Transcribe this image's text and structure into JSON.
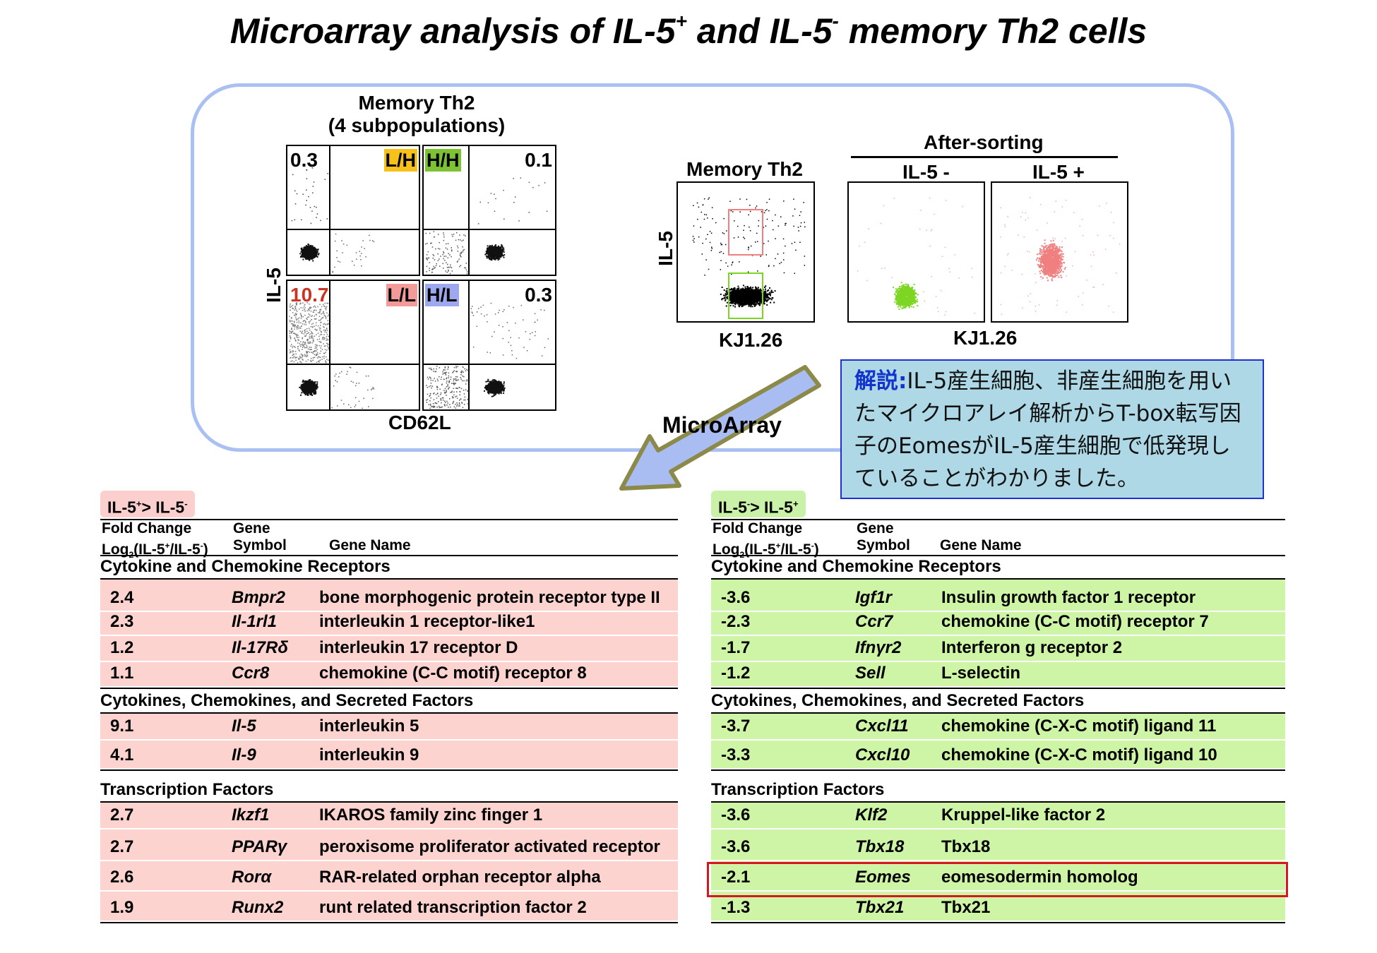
{
  "title": {
    "pre": "Microarray analysis of IL-5",
    "sup1": "+",
    "mid": " and IL-5",
    "sup2": "-",
    "post": " memory Th2 cells"
  },
  "facs_left": {
    "title_line1": "Memory Th2",
    "title_line2": "(4 subpopulations)",
    "ylabel": "IL-5",
    "xlabel": "CD62L",
    "quadrants": [
      {
        "num": "0.3",
        "gate": "L/H",
        "gate_color": "#f6c21a"
      },
      {
        "num": "0.1",
        "gate": "H/H",
        "gate_color": "#7cc232"
      },
      {
        "num": "10.7",
        "gate": "L/L",
        "gate_color": "#f29b98",
        "num_color": "#cc3322"
      },
      {
        "num": "0.3",
        "gate": "H/L",
        "gate_color": "#9da8ef"
      }
    ]
  },
  "facs_right": {
    "memory_title": "Memory Th2",
    "ylabel": "IL-5",
    "xlabel": "KJ1.26",
    "after_title": "After-sorting",
    "neg_label": "IL-5 -",
    "pos_label": "IL-5 +",
    "after_xlabel": "KJ1.26",
    "neg_color": "#7cd622",
    "pos_color": "#f08080"
  },
  "microarray_label": "MicroArray",
  "note": {
    "prefix": "解説:",
    "text": "IL-5産生細胞、非産生細胞を用いたマイクロアレイ解析からT-box転写因子のEomesがIL-5産生細胞で低発現していることがわかりました。"
  },
  "headers": {
    "fold_line1": "Fold Change",
    "fold_line2_a": "Log",
    "fold_line2_sub": "2",
    "fold_line2_b": "(IL-5",
    "fold_line2_sup1": "+",
    "fold_line2_c": "/IL-5",
    "fold_line2_sup2": "-",
    "fold_line2_d": ")",
    "gene_line1": "Gene",
    "gene_line2": "Symbol",
    "gene_name": "Gene Name"
  },
  "tables": [
    {
      "tag_a": "IL-5",
      "tag_sup1": "+",
      "tag_b": "> IL-5",
      "tag_sup2": "-",
      "tag_color": "#fbcfcd",
      "band_color": "#fcd3cf",
      "sections": [
        {
          "title": "Cytokine and Chemokine Receptors",
          "rows": [
            {
              "fc": "2.4",
              "sym": "Bmpr2",
              "name": "bone morphogenic protein receptor type II"
            },
            {
              "fc": "2.3",
              "sym": "Il-1rl1",
              "name": "interleukin 1 receptor-like1"
            },
            {
              "fc": "1.2",
              "sym": "Il-17Rδ",
              "name": "interleukin 17  receptor D"
            },
            {
              "fc": "1.1",
              "sym": "Ccr8",
              "name": "chemokine (C-C motif) receptor 8"
            }
          ]
        },
        {
          "title": "Cytokines, Chemokines, and Secreted Factors",
          "rows": [
            {
              "fc": "9.1",
              "sym": "Il-5",
              "name": "interleukin 5"
            },
            {
              "fc": "4.1",
              "sym": "Il-9",
              "name": "interleukin 9"
            }
          ]
        },
        {
          "title": "Transcription Factors",
          "rows": [
            {
              "fc": "2.7",
              "sym": "Ikzf1",
              "name": "IKAROS family zinc finger 1"
            },
            {
              "fc": "2.7",
              "sym": "PPARγ",
              "name": "peroxisome proliferator activated receptor"
            },
            {
              "fc": "2.6",
              "sym": "Rorα",
              "name": "RAR-related orphan receptor alpha"
            },
            {
              "fc": "1.9",
              "sym": "Runx2",
              "name": "runt related transcription factor 2"
            }
          ]
        }
      ]
    },
    {
      "tag_a": "IL-5",
      "tag_sup1": "-",
      "tag_b": "> IL-5",
      "tag_sup2": "+",
      "tag_color": "#c9f2a8",
      "band_color": "#cef5a6",
      "sections": [
        {
          "title": "Cytokine and Chemokine Receptors",
          "rows": [
            {
              "fc": "-3.6",
              "sym": "Igf1r",
              "name": "Insulin growth factor 1 receptor"
            },
            {
              "fc": "-2.3",
              "sym": "Ccr7",
              "name": "chemokine (C-C motif) receptor 7"
            },
            {
              "fc": "-1.7",
              "sym": "Ifnγr2",
              "name": "Interferon g receptor 2"
            },
            {
              "fc": "-1.2",
              "sym": "Sell",
              "name": "L-selectin"
            }
          ]
        },
        {
          "title": "Cytokines, Chemokines, and Secreted Factors",
          "rows": [
            {
              "fc": "-3.7",
              "sym": "Cxcl11",
              "name": "chemokine (C-X-C motif) ligand 11"
            },
            {
              "fc": "-3.3",
              "sym": "Cxcl10",
              "name": "chemokine (C-X-C motif) ligand 10"
            }
          ]
        },
        {
          "title": "Transcription Factors",
          "rows": [
            {
              "fc": "-3.6",
              "sym": "Klf2",
              "name": "Kruppel-like factor 2"
            },
            {
              "fc": "-3.6",
              "sym": "Tbx18",
              "name": "Tbx18"
            },
            {
              "fc": "-2.1",
              "sym": "Eomes",
              "name": "eomesodermin homolog",
              "highlight": true
            },
            {
              "fc": "-1.3",
              "sym": "Tbx21",
              "name": "Tbx21"
            }
          ]
        }
      ]
    }
  ]
}
